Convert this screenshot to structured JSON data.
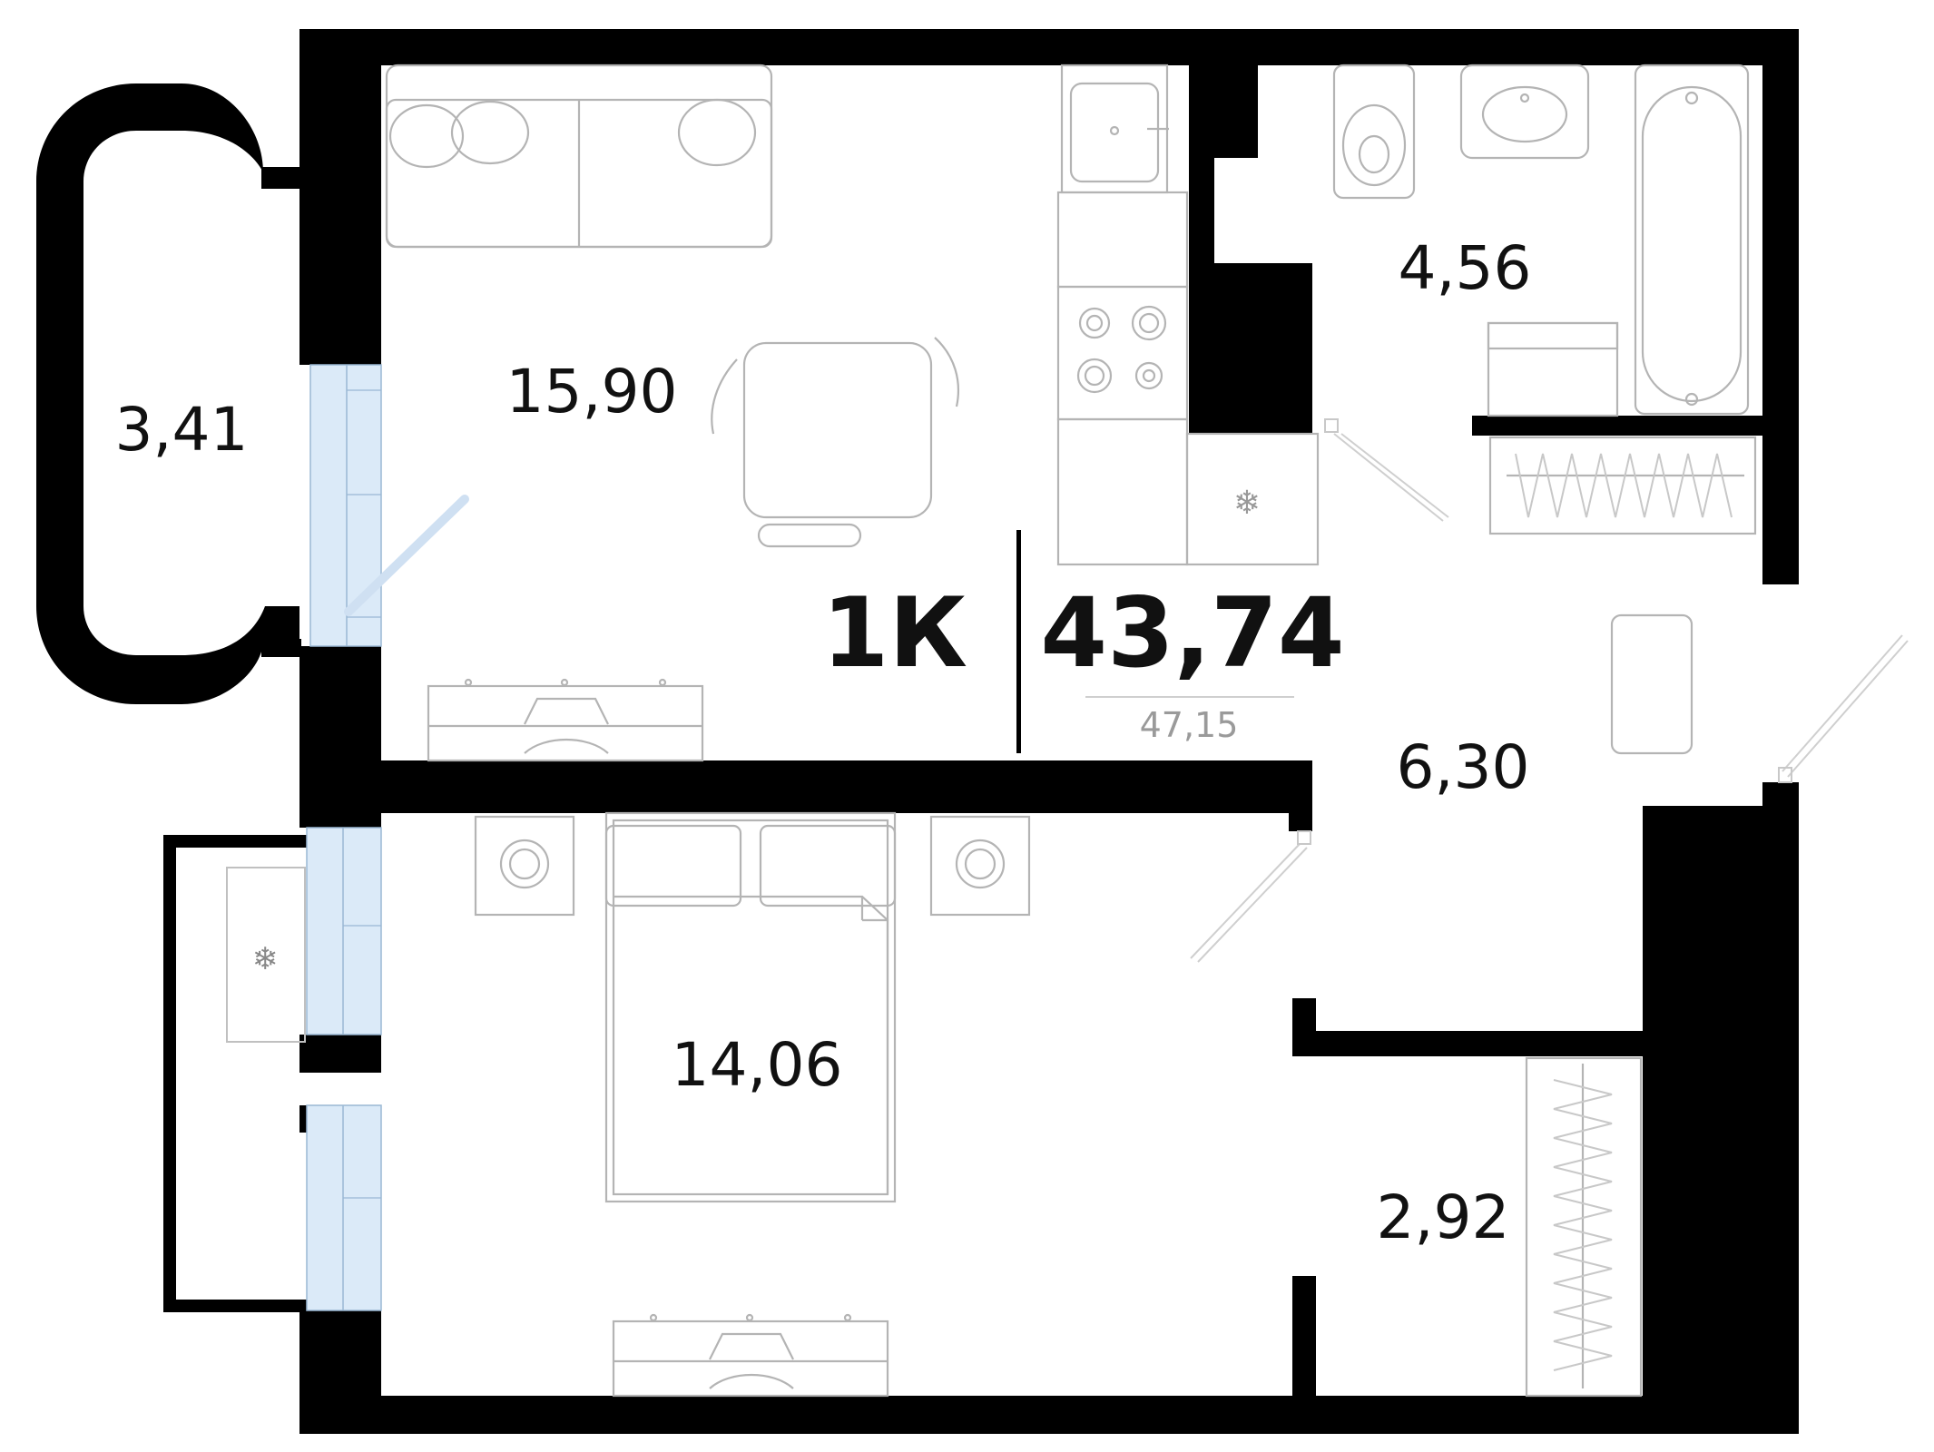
{
  "plan": {
    "apartment_type": "1К",
    "total_area": "43,74",
    "gross_area": "47,15",
    "rooms": [
      {
        "id": "balcony-top",
        "area": "3,41"
      },
      {
        "id": "kitchen-living",
        "area": "15,90"
      },
      {
        "id": "bathroom",
        "area": "4,56"
      },
      {
        "id": "hallway",
        "area": "6,30"
      },
      {
        "id": "bedroom",
        "area": "14,06"
      },
      {
        "id": "wardrobe",
        "area": "2,92"
      }
    ]
  },
  "colors": {
    "wall": "#000000",
    "window_glass": "#dbeaf8",
    "furniture_line": "#b4b4b4",
    "gross_text": "#9a9a9a"
  }
}
